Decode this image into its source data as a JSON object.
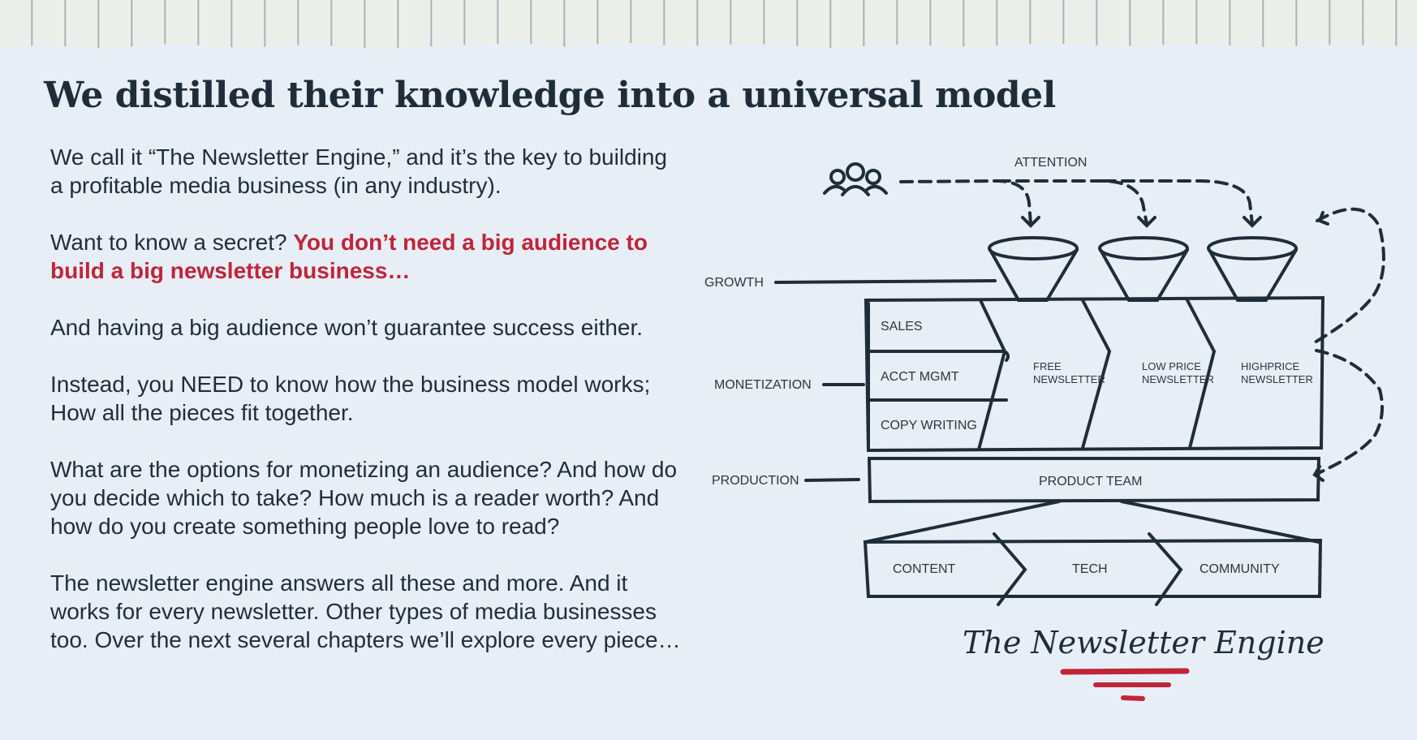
{
  "title": "We distilled their knowledge into a universal model",
  "paragraphs": {
    "p1": "We call it “The Newsletter Engine,” and it’s the key to building a profitable media business (in any industry).",
    "p2_plain": "Want to know a secret? ",
    "p2_accent": "You don’t need a big audience to build a big newsletter business…",
    "p3": "And having a big audience won’t guarantee success either.",
    "p4": "Instead, you NEED to know how the business model works; How all the pieces fit together.",
    "p5": "What are the options for monetizing an audience? And how do you decide which to take? How much is a reader worth? And how do you create something people love to read?",
    "p6": "The newsletter engine answers all these and more. And it works for every newsletter. Other types of media businesses too. Over the next several chapters we’ll explore every piece…"
  },
  "diagram": {
    "attention": "ATTENTION",
    "side_labels": {
      "growth": "GROWTH",
      "monetization": "MONETIZATION",
      "production": "PRODUCTION"
    },
    "roles": {
      "sales": "SALES",
      "acct": "ACCT MGMT",
      "copy": "COPY WRITING"
    },
    "products": {
      "free_1": "FREE",
      "free_2": "NEWSLETTER",
      "low_1": "LOW PRICE",
      "low_2": "NEWSLETTER",
      "high_1": "HIGHPRICE",
      "high_2": "NEWSLETTER"
    },
    "product_team": "PRODUCT TEAM",
    "pillars": {
      "content": "CONTENT",
      "tech": "TECH",
      "community": "COMMUNITY"
    },
    "engine_name": "The Newsletter Engine"
  },
  "colors": {
    "accent": "#c0243a",
    "ink": "#1f2d3a",
    "background": "#e8eef5"
  }
}
